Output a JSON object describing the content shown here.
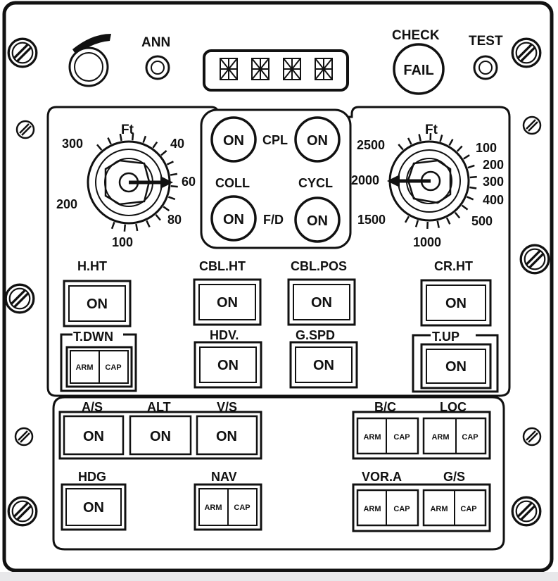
{
  "top": {
    "ann_label": "ANN",
    "check_label": "CHECK",
    "fail_label": "FAIL",
    "test_label": "TEST"
  },
  "left_dial": {
    "unit": "Ft",
    "scale": [
      "300",
      "40",
      "60",
      "200",
      "80",
      "100"
    ]
  },
  "right_dial": {
    "unit": "Ft",
    "scale": [
      "2500",
      "100",
      "200",
      "2000",
      "300",
      "400",
      "1500",
      "500",
      "1000"
    ]
  },
  "center": {
    "cpl_label": "CPL",
    "coll_label": "COLL",
    "cycl_label": "CYCL",
    "fd_label": "F/D",
    "btn_cpl_left": "ON",
    "btn_cpl_right": "ON",
    "btn_fd_left": "ON",
    "btn_fd_right": "ON"
  },
  "modes": {
    "h_ht": {
      "label": "H.HT",
      "btn": "ON"
    },
    "cbl_ht": {
      "label": "CBL.HT",
      "btn": "ON"
    },
    "cbl_pos": {
      "label": "CBL.POS",
      "btn": "ON"
    },
    "cr_ht": {
      "label": "CR.HT",
      "btn": "ON"
    },
    "t_dwn": {
      "label": "T.DWN",
      "arm": "ARM",
      "cap": "CAP"
    },
    "hdv": {
      "label": "HDV.",
      "btn": "ON"
    },
    "g_spd": {
      "label": "G.SPD",
      "btn": "ON"
    },
    "t_up": {
      "label": "T.UP",
      "btn": "ON"
    }
  },
  "lower": {
    "as": {
      "label": "A/S",
      "btn": "ON"
    },
    "alt": {
      "label": "ALT",
      "btn": "ON"
    },
    "vs": {
      "label": "V/S",
      "btn": "ON"
    },
    "bc": {
      "label": "B/C",
      "arm": "ARM",
      "cap": "CAP"
    },
    "loc": {
      "label": "LOC",
      "arm": "ARM",
      "cap": "CAP"
    },
    "hdg": {
      "label": "HDG",
      "btn": "ON"
    },
    "nav": {
      "label": "NAV",
      "arm": "ARM",
      "cap": "CAP"
    },
    "vora": {
      "label": "VOR.A",
      "arm": "ARM",
      "cap": "CAP"
    },
    "gs": {
      "label": "G/S",
      "arm": "ARM",
      "cap": "CAP"
    }
  }
}
